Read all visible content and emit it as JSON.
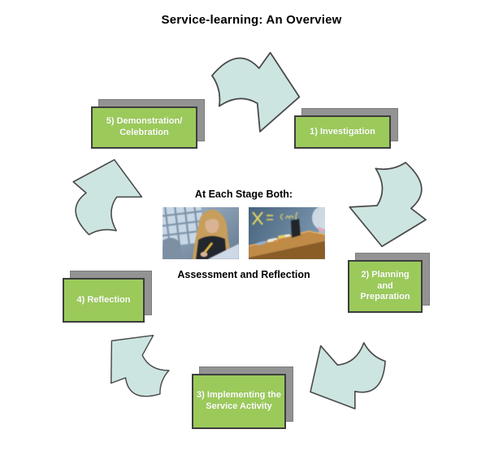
{
  "title": "Service-learning: An Overview",
  "stages": [
    {
      "id": 1,
      "label": "1) Investigation"
    },
    {
      "id": 2,
      "label": "2) Planning and Preparation"
    },
    {
      "id": 3,
      "label": "3) Implementing the Service Activity"
    },
    {
      "id": 4,
      "label": "4) Reflection"
    },
    {
      "id": 5,
      "label": "5) Demonstration/ Celebration"
    }
  ],
  "arrows": [
    {
      "from": 5,
      "to": 1
    },
    {
      "from": 1,
      "to": 2
    },
    {
      "from": 2,
      "to": 3
    },
    {
      "from": 3,
      "to": 4
    },
    {
      "from": 4,
      "to": 5
    }
  ],
  "center": {
    "heading": "At Each Stage Both:",
    "caption": "Assessment and Reflection",
    "images": [
      {
        "name": "student-writing-photo",
        "alt": "Student writing with a pencil"
      },
      {
        "name": "chalkboard-photo",
        "alt": "Chalkboard ledge with chalk and eraser"
      }
    ]
  },
  "colors": {
    "background": "#ffffff",
    "title_text": "#000000",
    "stage_fill": "#9bca5b",
    "stage_border": "#3e3e3e",
    "stage_text": "#ffffff",
    "shadow_fill": "#939393",
    "arrow_fill": "#cde5e1",
    "arrow_stroke": "#4a4a4a"
  }
}
